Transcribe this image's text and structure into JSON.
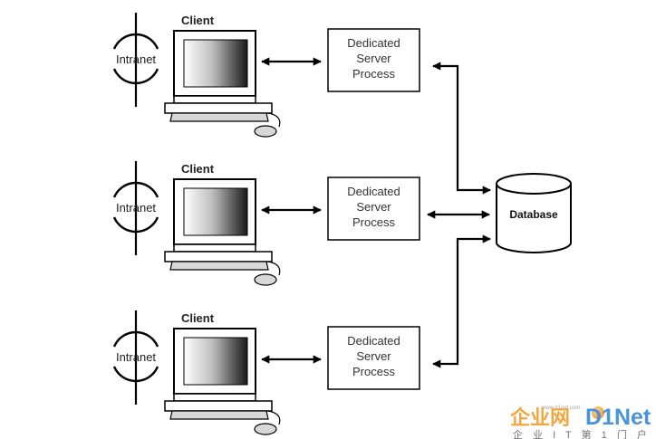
{
  "diagram": {
    "client_label": "Client",
    "intranet_label": "Intranet",
    "server_lines": [
      "Dedicated",
      "Server",
      "Process"
    ],
    "database_label": "Database",
    "rows": 3
  },
  "watermark": {
    "chinese": "企业网",
    "brand": "D1Net",
    "subtitle": "企 业 I T 第 1 门 户",
    "small": "www.d1net.com"
  }
}
